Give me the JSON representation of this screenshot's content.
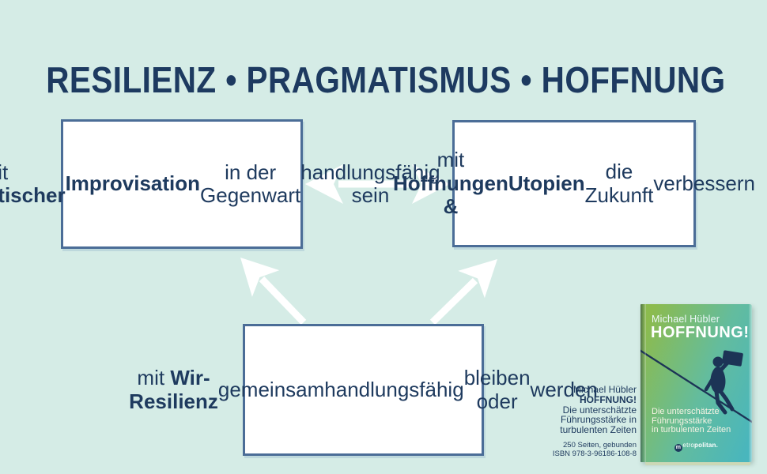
{
  "colors": {
    "background": "#d5ece6",
    "box_border": "#4b6d97",
    "text_navy": "#1e3a5e",
    "title_navy": "#1d3a60",
    "arrow_white": "#ffffff",
    "cover_green": "#8cbb4e",
    "cover_teal": "#49b6bd",
    "cover_silhouette": "#1c3456"
  },
  "title": {
    "text": "RESILIENZ • PRAGMATISMUS • HOFFNUNG"
  },
  "boxes": {
    "left": {
      "lines": [
        [
          {
            "t": "mit ",
            "b": false
          },
          {
            "t": "pragmatischer",
            "b": true
          }
        ],
        [
          {
            "t": "Improvisation",
            "b": true
          }
        ],
        [
          {
            "t": "in der Gegenwart",
            "b": false
          }
        ],
        [
          {
            "t": "handlungsfähig sein",
            "b": false
          }
        ]
      ]
    },
    "right": {
      "lines": [
        [
          {
            "t": "mit ",
            "b": false
          },
          {
            "t": "Hoffnungen &",
            "b": true
          }
        ],
        [
          {
            "t": "Utopien",
            "b": true
          }
        ],
        [
          {
            "t": "die Zukunft",
            "b": false
          }
        ],
        [
          {
            "t": "verbessern",
            "b": false
          }
        ]
      ]
    },
    "bottom": {
      "lines": [
        [
          {
            "t": "mit ",
            "b": false
          },
          {
            "t": "Wir-Resilienz",
            "b": true
          }
        ],
        [
          {
            "t": "gemeinsam",
            "b": false
          }
        ],
        [
          {
            "t": "handlungsfähig",
            "b": false
          }
        ],
        [
          {
            "t": "bleiben oder",
            "b": false
          }
        ],
        [
          {
            "t": "werden",
            "b": false
          }
        ]
      ]
    }
  },
  "icons": {
    "arrows": [
      "double-arrow-horizontal",
      "arrow-bottom-to-upper-left",
      "arrow-bottom-to-upper-right"
    ],
    "illustration": "tightrope-walker-silhouette"
  },
  "caption": {
    "lines": [
      [
        {
          "t": "Michael Hübler",
          "b": false
        }
      ],
      [
        {
          "t": "HOFFNUNG!",
          "b": true
        }
      ],
      [
        {
          "t": "Die unterschätzte",
          "b": false
        }
      ],
      [
        {
          "t": "Führungsstärke in",
          "b": false
        }
      ],
      [
        {
          "t": "turbulenten Zeiten",
          "b": false
        }
      ]
    ],
    "book_info_1": "250 Seiten, gebunden",
    "book_info_2": "ISBN 978-3-96186-108-8"
  },
  "book": {
    "author": "Michael Hübler",
    "title": "HOFFNUNG!",
    "subtitle_lines": [
      "Die unterschätzte",
      "Führungsstärke",
      "in turbulenten Zeiten"
    ],
    "publisher": {
      "first_letter": "m",
      "regular": "etro",
      "bold": "politan."
    }
  }
}
